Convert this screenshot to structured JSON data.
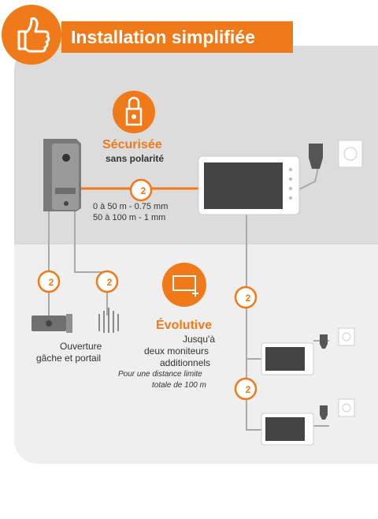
{
  "header": {
    "title": "Installation simplifiée"
  },
  "securise": {
    "title": "Sécurisée",
    "subtitle": "sans polarité"
  },
  "cable_badge": "2",
  "distances": [
    "0 à 50 m - 0.75 mm",
    "50 à 100 m - 1 mm"
  ],
  "ouverture": [
    "Ouverture",
    "gâche et portail"
  ],
  "evolutive": {
    "title": "Évolutive",
    "lines": [
      "Jusqu'à",
      "deux moniteurs",
      "additionnels"
    ],
    "note": [
      "Pour une distance limite",
      "totale de 100 m"
    ]
  },
  "colors": {
    "accent": "#f07a1a",
    "bg_top": "#dcdcdc",
    "bg_bottom": "#efefef",
    "line": "#aaaaaa"
  },
  "icons": [
    "thumbs-up-icon",
    "padlock-icon",
    "monitor-plus-icon",
    "wire-badge-icon",
    "power-adapter-icon",
    "wall-socket-icon",
    "door-lock-icon",
    "gate-motor-icon"
  ]
}
